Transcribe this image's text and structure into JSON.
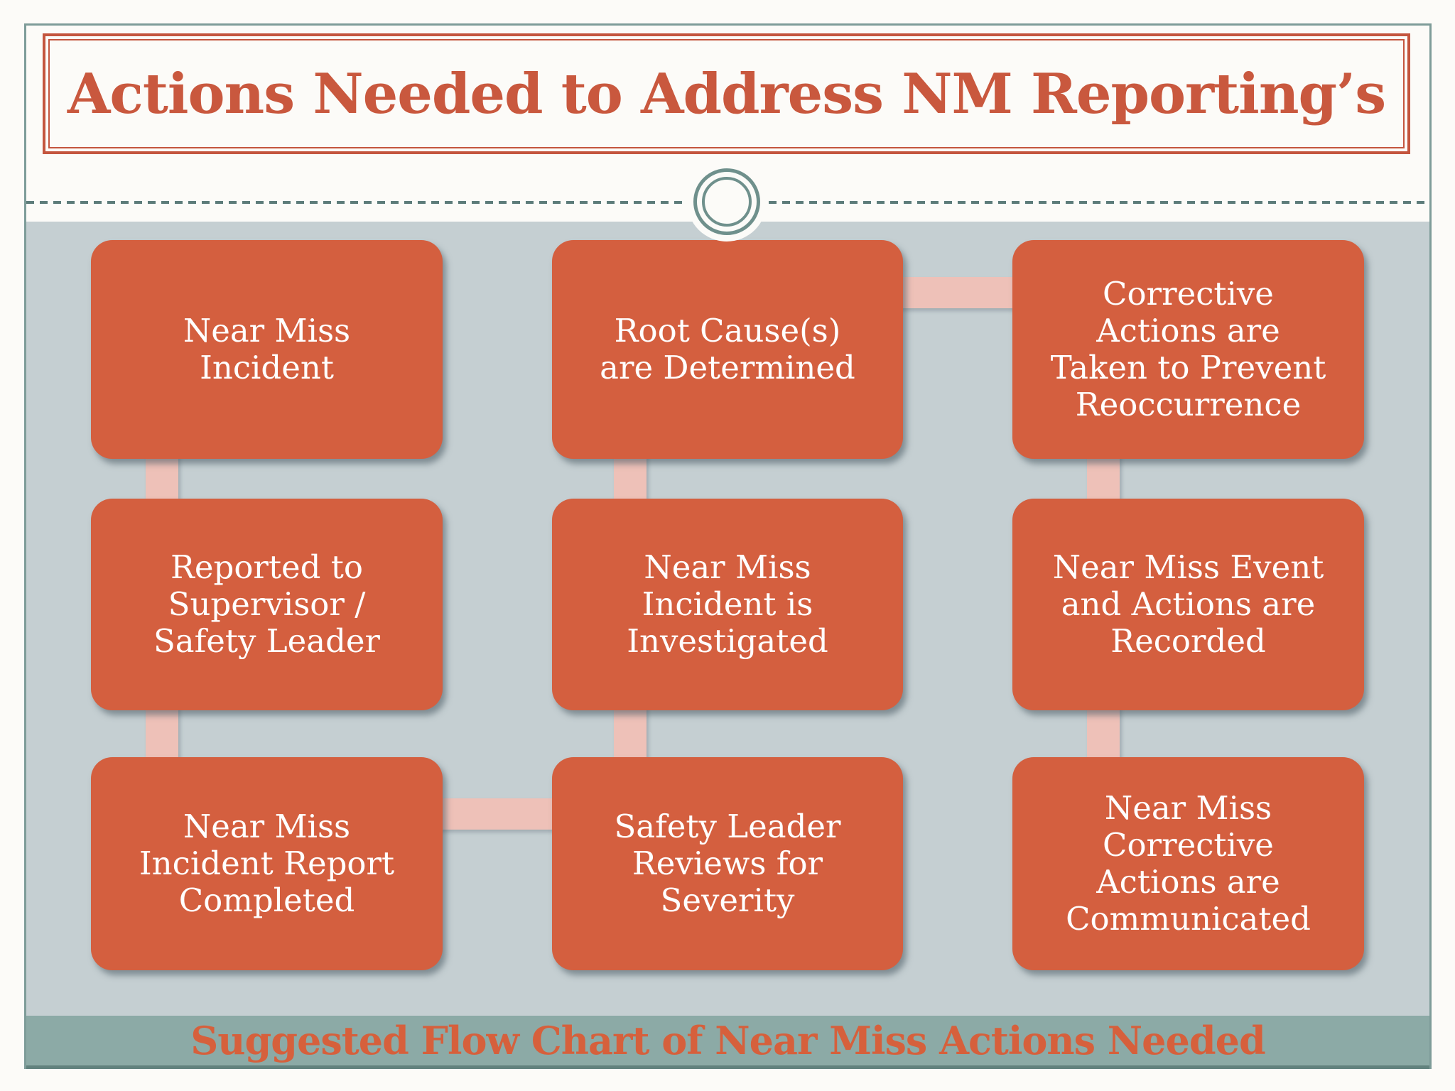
{
  "slide": {
    "title": "Actions Needed to Address NM Reporting’s",
    "footer": "Suggested Flow Chart of Near Miss Actions Needed"
  },
  "flowchart": {
    "boxes": [
      {
        "id": "near-miss-incident",
        "text": "Near Miss\nIncident"
      },
      {
        "id": "reported-to-supervisor",
        "text": "Reported to\nSupervisor /\nSafety Leader"
      },
      {
        "id": "incident-report-completed",
        "text": "Near Miss\nIncident Report\nCompleted"
      },
      {
        "id": "root-causes-determined",
        "text": "Root Cause(s)\nare Determined"
      },
      {
        "id": "incident-investigated",
        "text": "Near Miss\nIncident is\nInvestigated"
      },
      {
        "id": "safety-leader-reviews",
        "text": "Safety Leader\nReviews for\nSeverity"
      },
      {
        "id": "corrective-actions-taken",
        "text": "Corrective\nActions are\nTaken to Prevent\nReoccurrence"
      },
      {
        "id": "event-and-actions-recorded",
        "text": "Near Miss Event\nand Actions are\nRecorded"
      },
      {
        "id": "corrective-actions-communicated",
        "text": "Near Miss\nCorrective\nActions are\nCommunicated"
      }
    ],
    "connections": [
      {
        "from": "near-miss-incident",
        "to": "reported-to-supervisor",
        "type": "vertical"
      },
      {
        "from": "reported-to-supervisor",
        "to": "incident-report-completed",
        "type": "vertical"
      },
      {
        "from": "incident-report-completed",
        "to": "safety-leader-reviews",
        "type": "horizontal"
      },
      {
        "from": "safety-leader-reviews",
        "to": "incident-investigated",
        "type": "vertical"
      },
      {
        "from": "incident-investigated",
        "to": "root-causes-determined",
        "type": "vertical"
      },
      {
        "from": "root-causes-determined",
        "to": "corrective-actions-taken",
        "type": "horizontal"
      },
      {
        "from": "corrective-actions-taken",
        "to": "event-and-actions-recorded",
        "type": "vertical"
      },
      {
        "from": "event-and-actions-recorded",
        "to": "corrective-actions-communicated",
        "type": "vertical"
      }
    ]
  },
  "colors": {
    "box_fill": "#d45f3f",
    "box_text": "#ffffff",
    "connector_pink": "#eec1b8",
    "content_background": "#c5cfd2",
    "header_background": "#fcfbf8",
    "title_accent": "#c9583e",
    "footer_band": "#8caaa6",
    "footer_text": "#d6603c",
    "slide_border_teal": "#7e9c99"
  }
}
